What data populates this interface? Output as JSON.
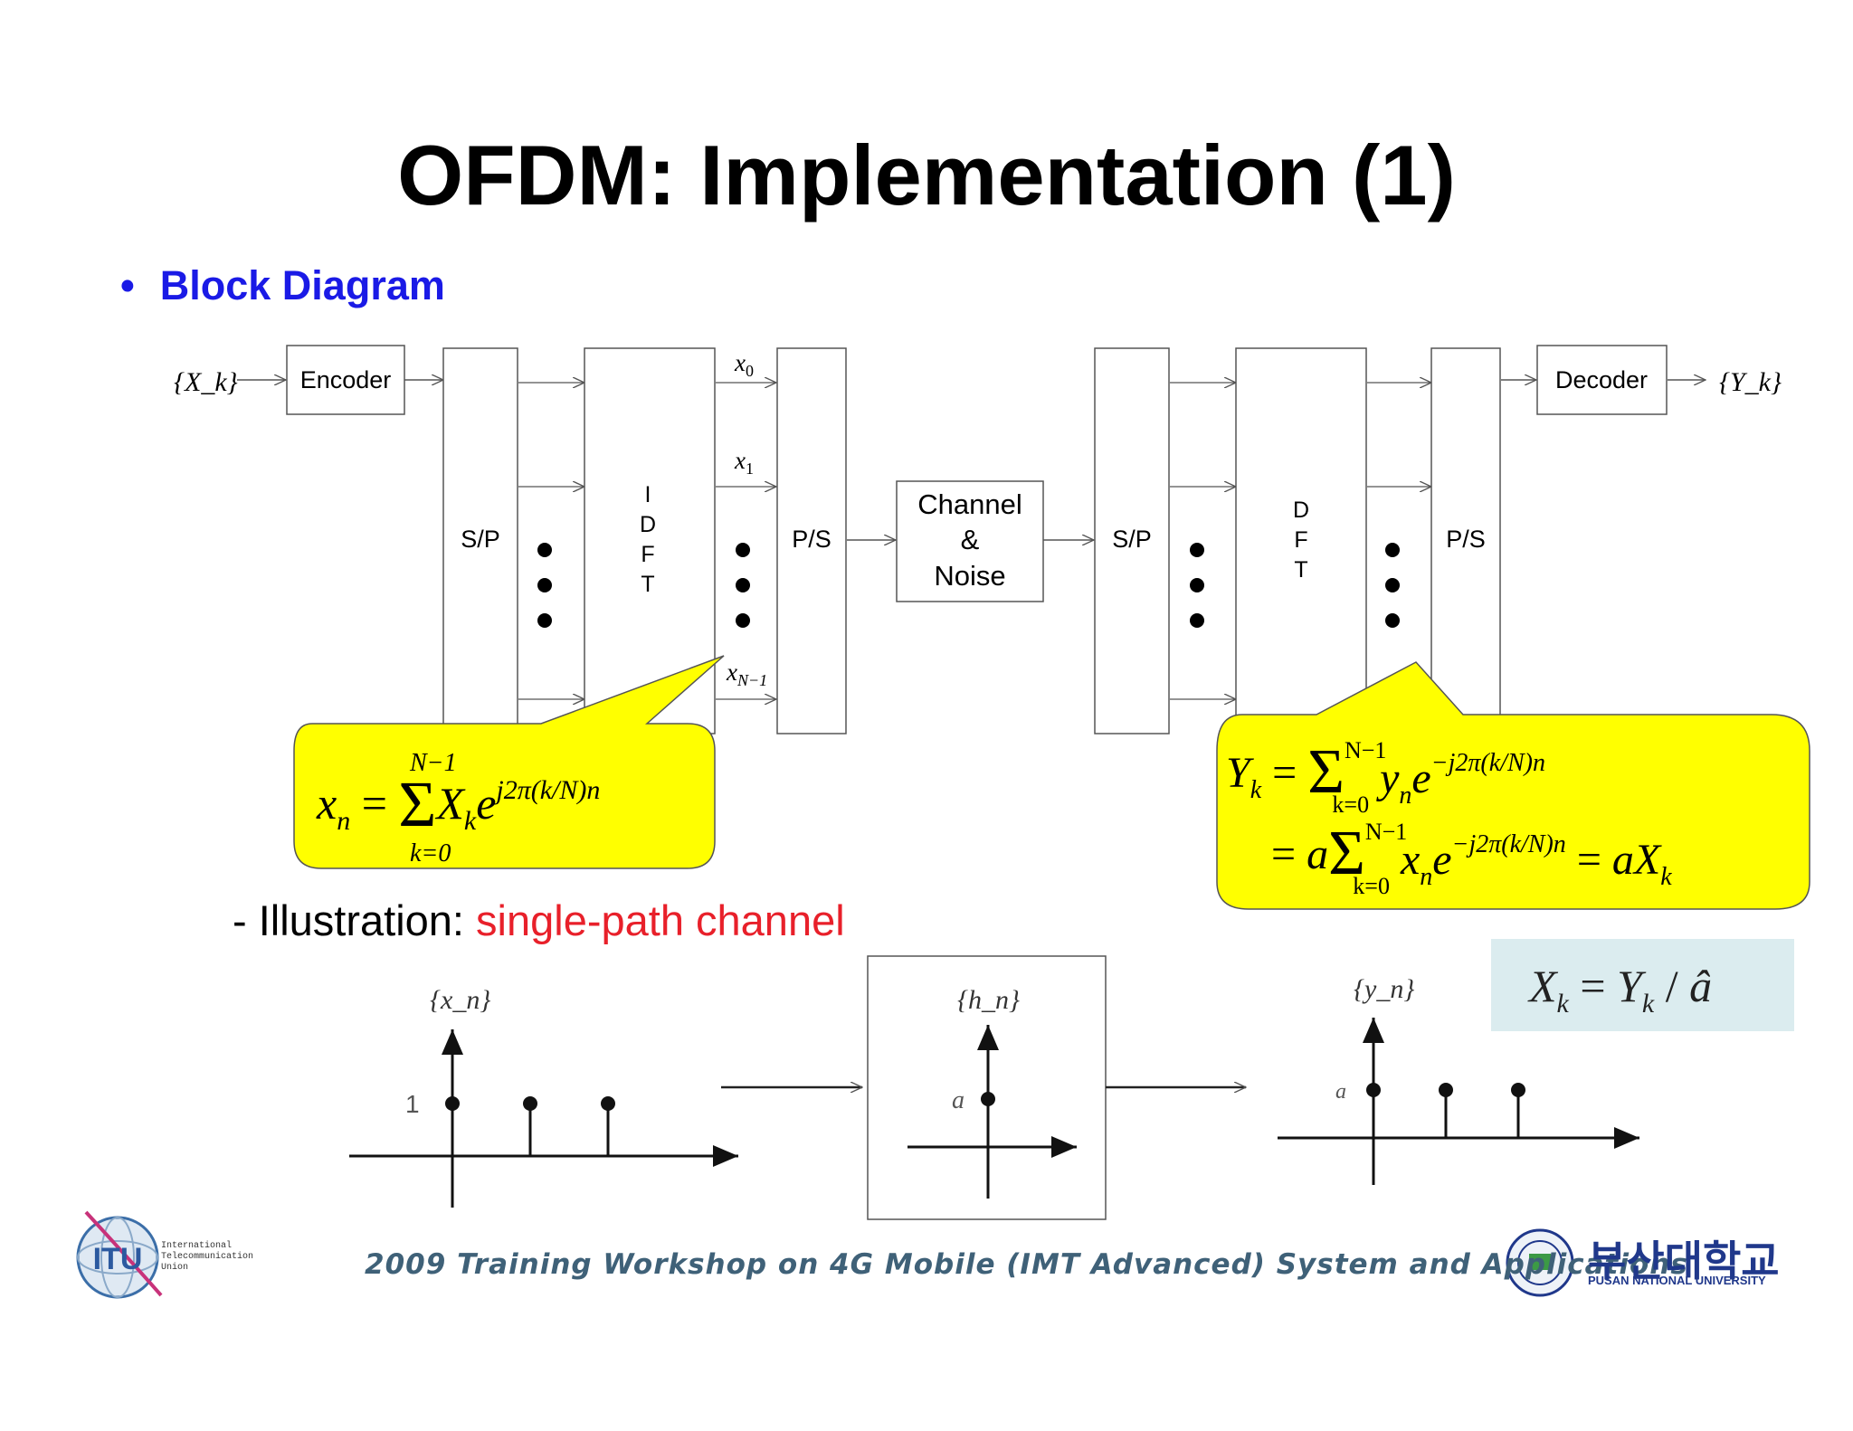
{
  "slide": {
    "title": "OFDM: Implementation (1)",
    "bullet_marker": "•",
    "bullet": "Block Diagram",
    "illustration_prefix": "- Illustration: ",
    "illustration_highlight": "single-path channel"
  },
  "diagram": {
    "input": "{X_k}",
    "output": "{Y_k}",
    "encoder": "Encoder",
    "decoder": "Decoder",
    "sp_tx": "S/P",
    "idft": [
      "I",
      "D",
      "F",
      "T"
    ],
    "ps_tx": "P/S",
    "channel": [
      "Channel",
      "&",
      "Noise"
    ],
    "sp_rx": "S/P",
    "dft": [
      "D",
      "F",
      "T"
    ],
    "ps_rx": "P/S",
    "x0": "x",
    "x0_sub": "0",
    "x1": "x",
    "x1_sub": "1",
    "xN1": "x",
    "xN1_sub": "N−1"
  },
  "formulas": {
    "tx": "x_n = Σ_{k=0}^{N−1} X_k e^{j2π(k/N)n}",
    "rx_line1": "Y_k = Σ_{k=0}^{N−1} y_n e^{−j2π(k/N)n}",
    "rx_line2": "= a Σ_{k=0}^{N−1} x_n e^{−j2π(k/N)n} = aX_k",
    "estimate": "X_k = Y_k / â"
  },
  "illustration": {
    "xn_label": "{x_n}",
    "hn_label": "{h_n}",
    "yn_label": "{y_n}",
    "xn_tick": "1",
    "hn_tick": "a",
    "yn_tick": "a"
  },
  "footer": {
    "itu_logo": "ITU",
    "itu_sub": "International\nTelecommunication\nUnion",
    "workshop": "2009 Training Workshop on 4G Mobile (IMT Advanced) System and Applications",
    "pnu_korean": "부산대학교",
    "pnu_english": "PUSAN NATIONAL UNIVERSITY"
  },
  "colors": {
    "formula_fill": "#ffff00",
    "bullet": "#1a1ae6",
    "highlight": "#e8202a",
    "estimate_box": "#dbecef",
    "footer_text": "#3f6178"
  }
}
